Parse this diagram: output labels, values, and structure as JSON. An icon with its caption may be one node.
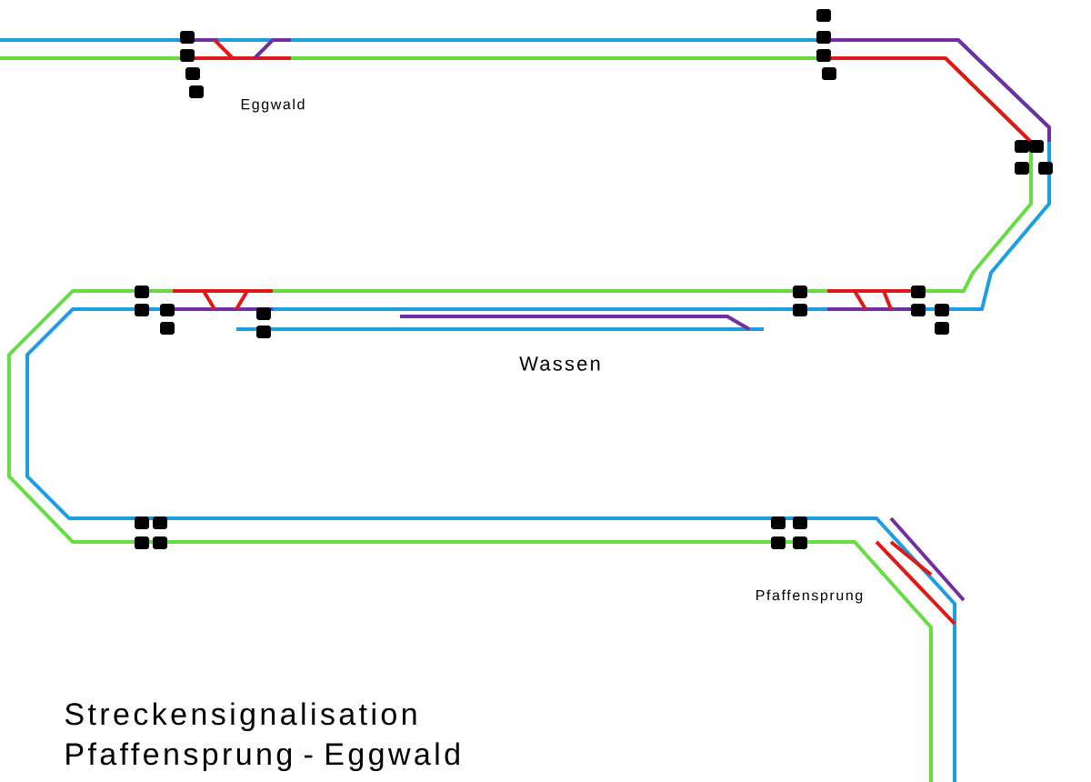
{
  "diagram": {
    "title": "Streckensignalisation Pfaffensprung - Eggwald",
    "labels": [
      "Eggwald",
      "Wassen",
      "Pfaffensprung"
    ]
  }
}
